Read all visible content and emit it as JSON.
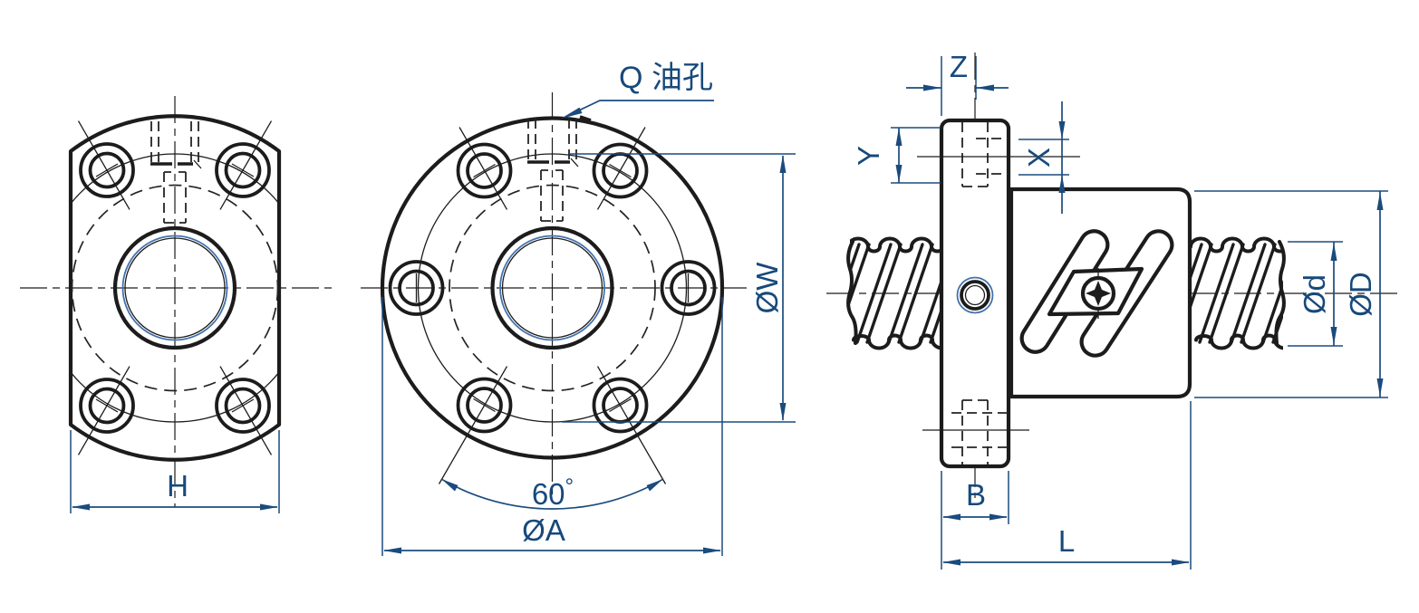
{
  "drawing": {
    "type": "engineering-drawing",
    "subject": "ballscrew flange nut - three orthographic views",
    "views": [
      {
        "id": "front-flat",
        "description": "front view, flange with two flats, 4 counterbored bolt holes"
      },
      {
        "id": "front-round",
        "description": "front view, round flange, 6 counterbored bolt holes"
      },
      {
        "id": "side",
        "description": "side view, nut body on screw shaft with oil hole"
      }
    ],
    "colors": {
      "ink": "#1c1c1c",
      "dimension": "#1b4b7d",
      "accent_blue": "#4272ae",
      "background": "#ffffff"
    }
  },
  "labels": {
    "oil_hole": "Q 油孔",
    "h": "H",
    "w": "ØW",
    "a": "ØA",
    "angle": "60",
    "degree": "°",
    "z": "Z",
    "y": "Y",
    "x": "X",
    "b": "B",
    "l": "L",
    "d_screw": "Ød",
    "d_nut": "ØD"
  }
}
